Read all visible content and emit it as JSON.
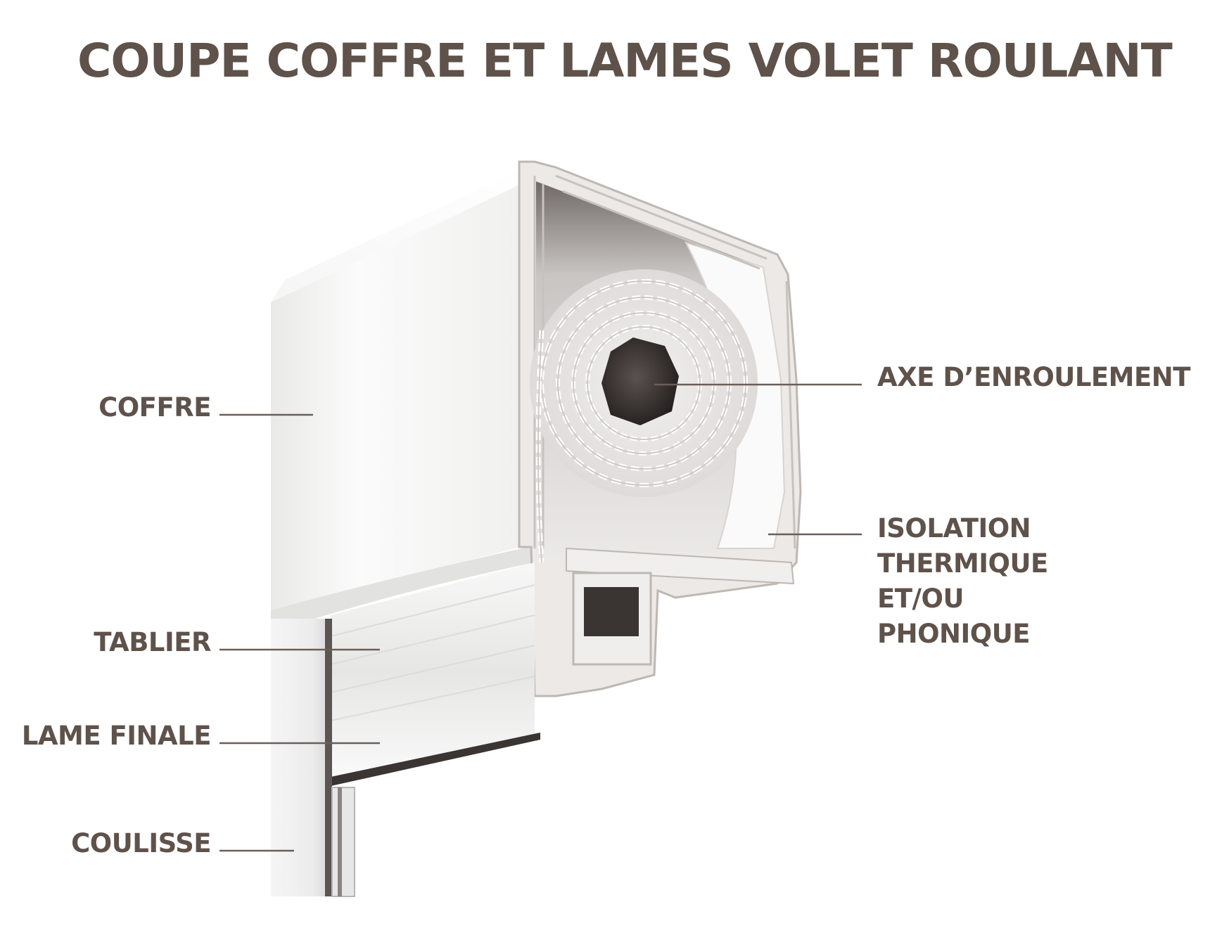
{
  "title": "COUPE COFFRE ET LAMES VOLET ROULANT",
  "labels": {
    "coffre": "COFFRE",
    "tablier": "TABLIER",
    "lame_finale": "LAME FINALE",
    "coulisse": "COULISSE",
    "axe": "AXE D’ENROULEMENT",
    "isolation": [
      "ISOLATION",
      "THERMIQUE",
      "ET/OU",
      "PHONIQUE"
    ]
  },
  "colors": {
    "label": "#5e524b",
    "leader_line": "#6a5f58",
    "box_face": "#f4f4f3",
    "profile": "#e4e2df",
    "shadow": "#3a3432"
  }
}
